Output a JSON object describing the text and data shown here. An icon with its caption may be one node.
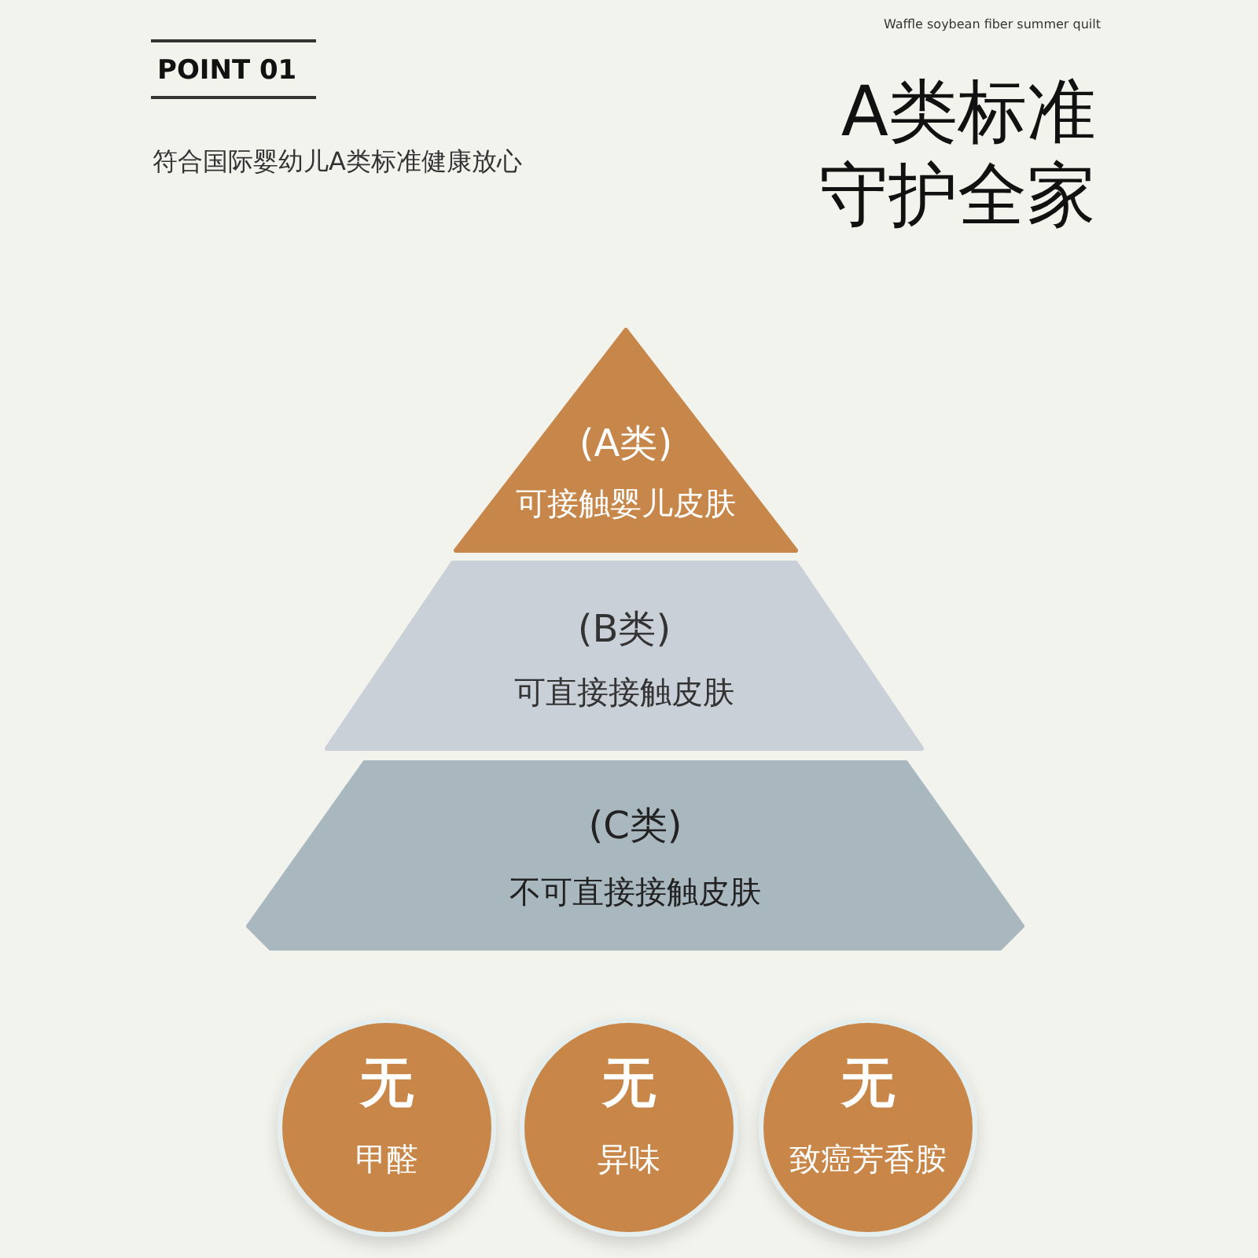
{
  "diagram": {
    "title": "A类标准守护全家",
    "nodes": [
      {
        "text": [
          "(A类)",
          "可接触婴儿皮肤"
        ]
      },
      {
        "text": [
          "(B类)",
          "可直接接触皮肤"
        ]
      },
      {
        "text": [
          "(C类)",
          "不可直接接触皮肤"
        ]
      },
      {
        "text": [
          "无",
          "甲醛"
        ]
      },
      {
        "text": [
          "无",
          "异味"
        ]
      },
      {
        "text": [
          "无",
          "致癌芳香胺"
        ]
      }
    ],
    "edges": [],
    "labels": [
      "Waffle soybean fiber summer quilt",
      "POINT 01",
      "符合国际婴幼儿A类标准健康放心"
    ]
  }
}
